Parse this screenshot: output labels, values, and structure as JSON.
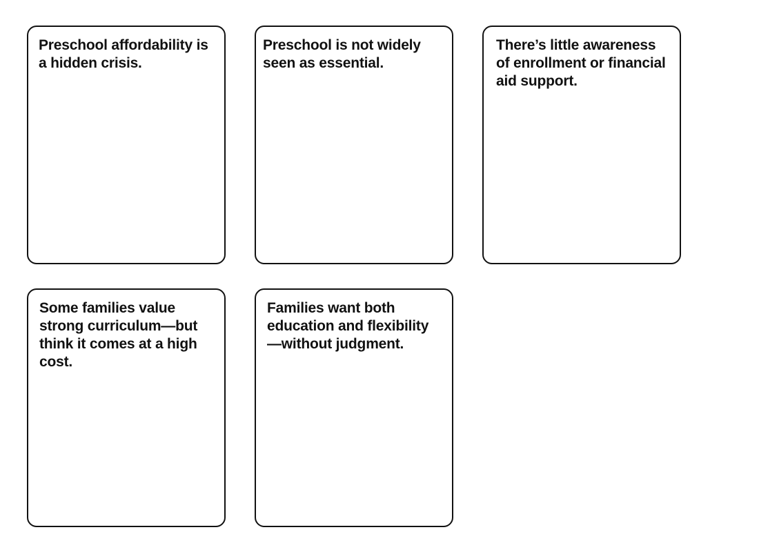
{
  "cards": [
    {
      "text": "Preschool affordability is a hidden crisis."
    },
    {
      "text": "Preschool is not widely seen as essential."
    },
    {
      "text": "There’s little awareness of enrollment or financial aid support."
    },
    {
      "text": "Some families value strong curriculum—but think it comes at a high cost."
    },
    {
      "text": "Families want both education and flexibility —without judgment."
    }
  ],
  "colors": {
    "background": "#ffffff",
    "border": "#111111",
    "text": "#111111"
  }
}
